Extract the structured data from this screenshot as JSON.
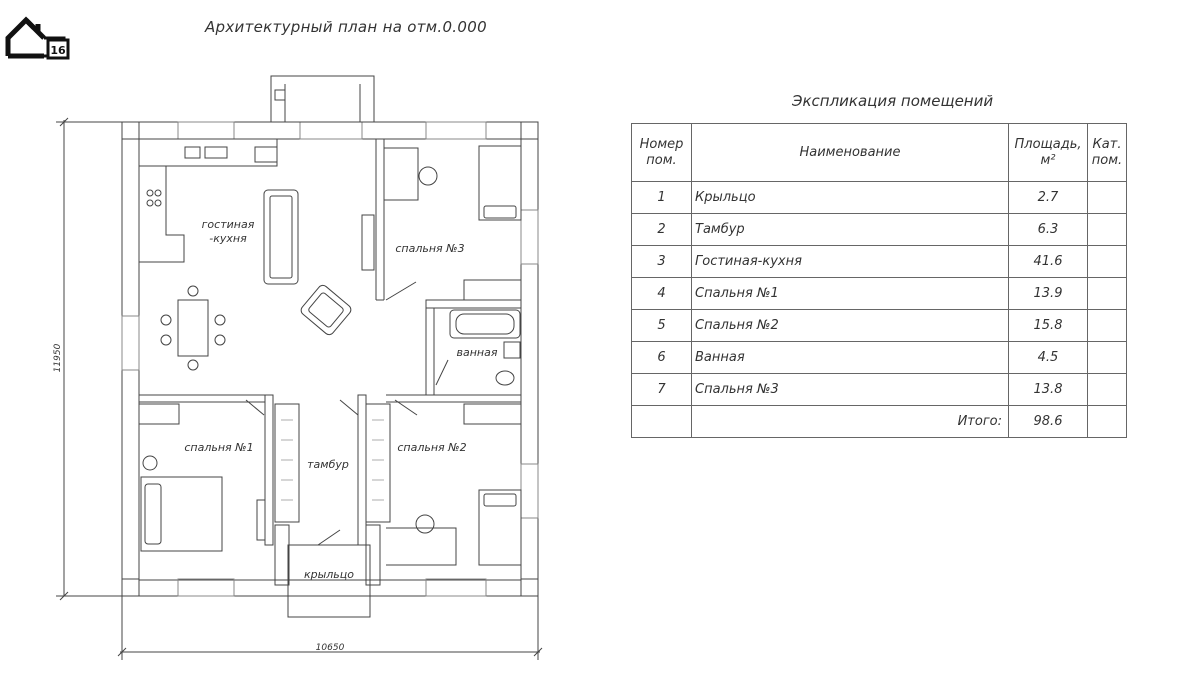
{
  "plan": {
    "title": "Архитектурный план на отм.0.000",
    "rooms": {
      "living": [
        "гостиная",
        "-кухня"
      ],
      "bedroom1": "спальня №1",
      "bedroom2": "спальня №2",
      "bedroom3": "спальня №3",
      "bathroom": "ванная",
      "vestibule": "тамбур",
      "porch": "крыльцо"
    },
    "dimensions": {
      "width": "10650",
      "height": "11950"
    }
  },
  "logo": {
    "badge": "16"
  },
  "explication": {
    "title": "Экспликация помещений",
    "headers": {
      "number": [
        "Номер",
        "пом."
      ],
      "name": "Наименование",
      "area": [
        "Площадь,",
        "м²"
      ],
      "category": [
        "Кат.",
        "пом."
      ]
    },
    "rows": [
      {
        "num": "1",
        "name": "Крыльцо",
        "area": "2.7"
      },
      {
        "num": "2",
        "name": "Тамбур",
        "area": "6.3"
      },
      {
        "num": "3",
        "name": "Гостиная-кухня",
        "area": "41.6"
      },
      {
        "num": "4",
        "name": "Спальня №1",
        "area": "13.9"
      },
      {
        "num": "5",
        "name": "Спальня №2",
        "area": "15.8"
      },
      {
        "num": "6",
        "name": "Ванная",
        "area": "4.5"
      },
      {
        "num": "7",
        "name": "Спальня №3",
        "area": "13.8"
      }
    ],
    "total": {
      "label": "Итого:",
      "value": "98.6"
    }
  }
}
